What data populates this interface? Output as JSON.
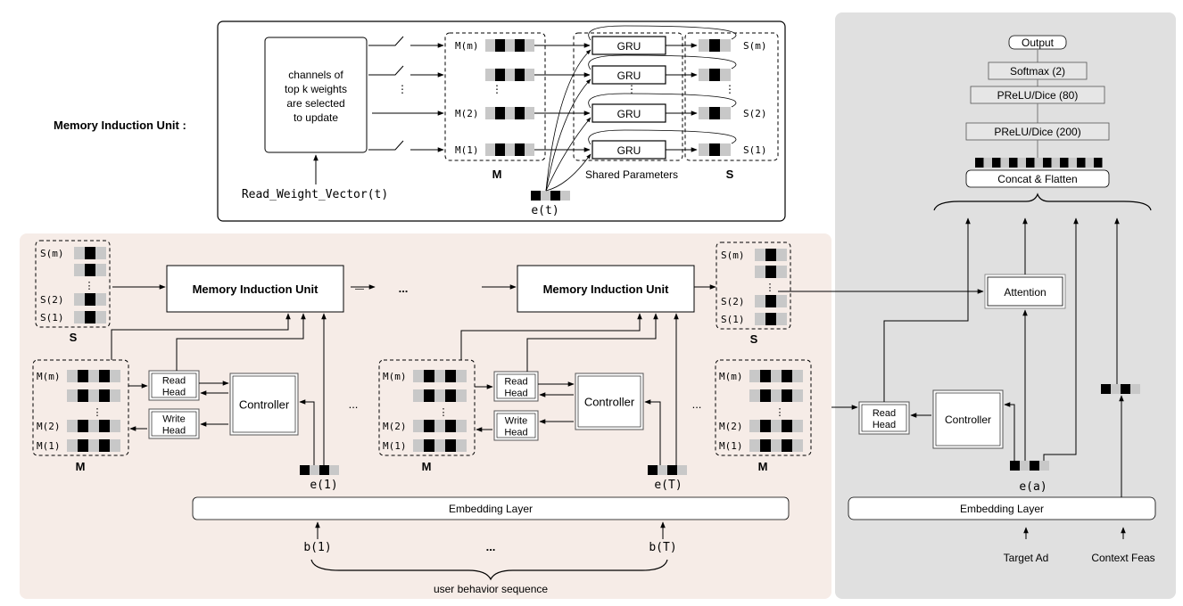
{
  "mui_title": "Memory Induction Unit :",
  "mui_detail": {
    "selector_lines": [
      "channels of",
      "top k weights",
      "are selected",
      "to update"
    ],
    "read_weight_label": "Read_Weight_Vector(t)",
    "memory_rows": [
      "M(m)",
      "",
      "M(2)",
      "M(1)"
    ],
    "memory_label": "M",
    "gru_label": "GRU",
    "shared_label": "Shared Parameters",
    "state_rows": [
      "S(m)",
      "",
      "S(2)",
      "S(1)"
    ],
    "state_label": "S",
    "input_label": "e(t)",
    "vdots": "⋮"
  },
  "left_panel": {
    "state_rows": [
      "S(m)",
      "",
      "S(2)",
      "S(1)"
    ],
    "state_label": "S",
    "memory_rows": [
      "M(m)",
      "",
      "M(2)",
      "M(1)"
    ],
    "memory_label": "M",
    "mui_box_label": "Memory Induction Unit",
    "read_head": [
      "Read",
      "Head"
    ],
    "write_head": [
      "Write",
      "Head"
    ],
    "controller": "Controller",
    "ellipsis": "...",
    "embeddings": [
      "e(1)",
      "e(T)"
    ],
    "embedding_layer": "Embedding Layer",
    "behaviors": [
      "b(1)",
      "b(T)"
    ],
    "sequence_label": "user behavior sequence"
  },
  "right_panel": {
    "output": "Output",
    "layers": [
      "Softmax (2)",
      "PReLU/Dice (80)",
      "PReLU/Dice (200)"
    ],
    "concat": "Concat & Flatten",
    "attention": "Attention",
    "read_head": [
      "Read",
      "Head"
    ],
    "controller": "Controller",
    "target_embedding": "e(a)",
    "embedding_layer": "Embedding Layer",
    "inputs": [
      "Target Ad",
      "Context Feas"
    ]
  },
  "colors": {
    "left_panel_bg": "#f6ece7",
    "right_panel_bg": "#e0e0e0",
    "cell_dark": "#000000",
    "cell_light": "#c8c8c8",
    "layer_fill": "#e6e6e6"
  }
}
